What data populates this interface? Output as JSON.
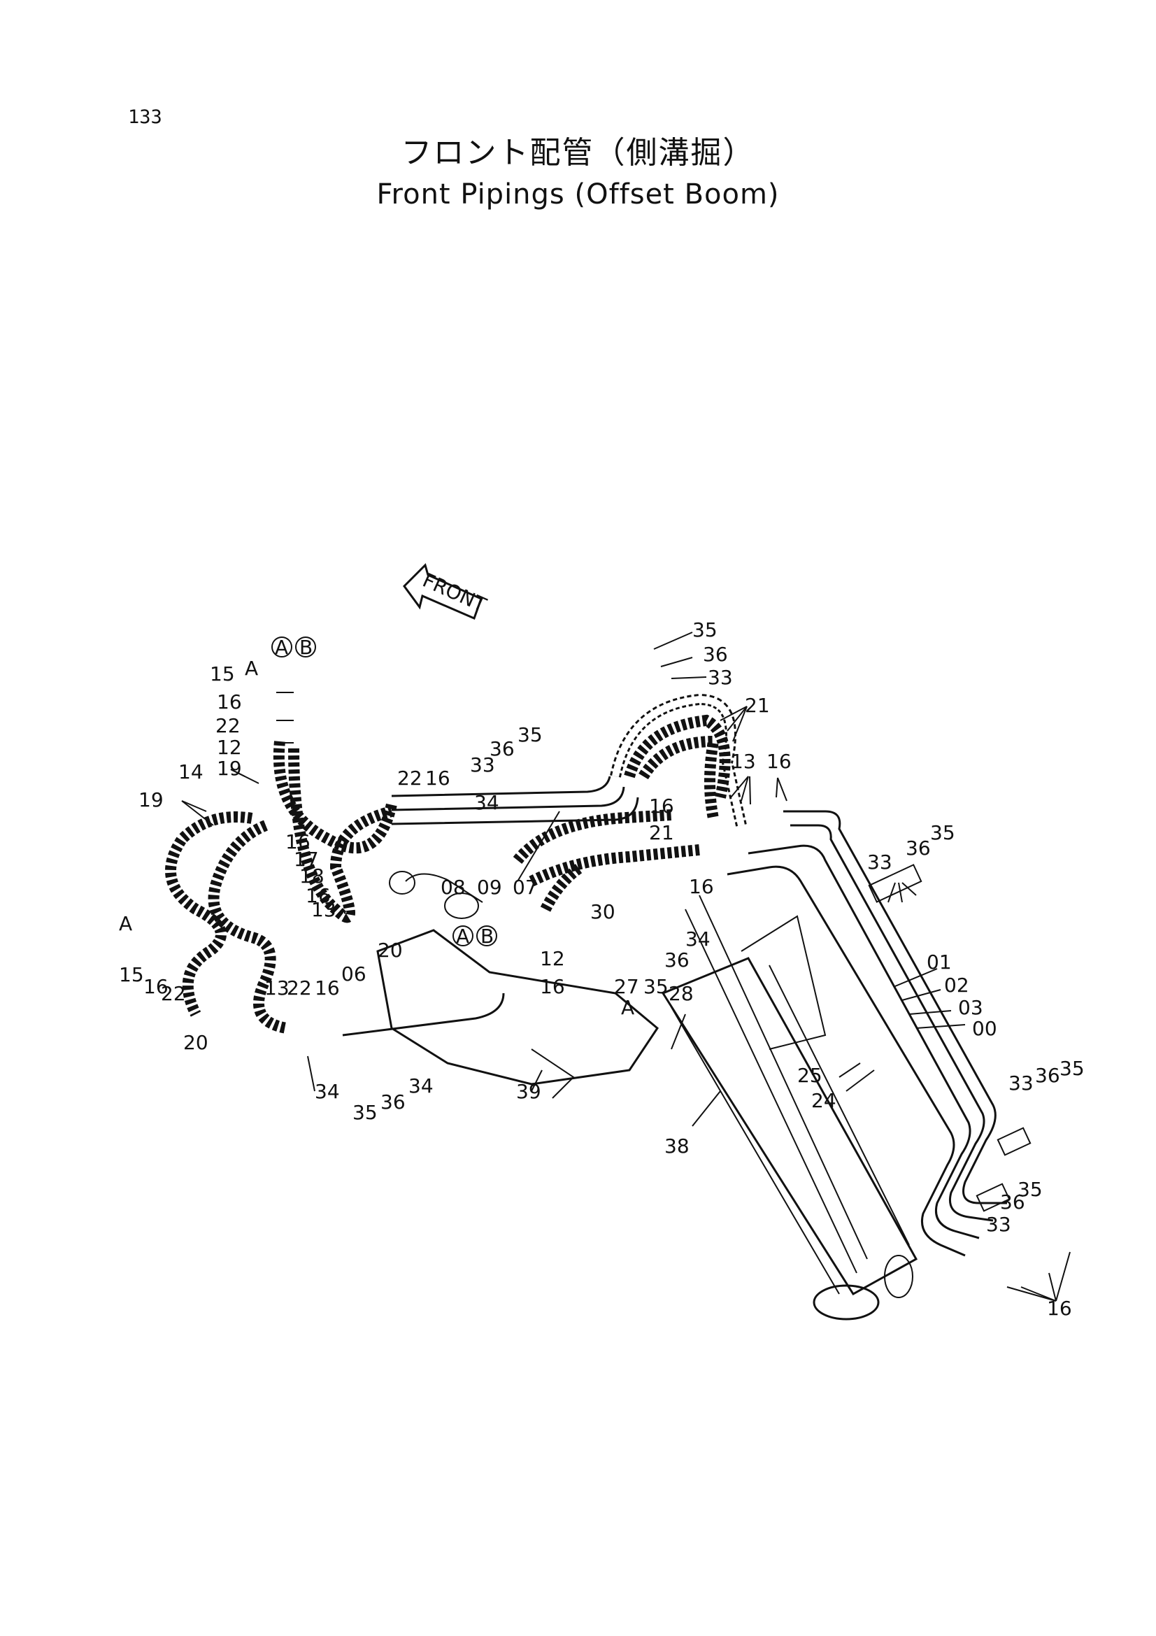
{
  "page_number": "133",
  "title_ja": "フロント配管（側溝掘）",
  "title_en": "Front Pipings (Offset Boom)",
  "front_arrow_label": "FRONT",
  "callouts": [
    {
      "id": "c01",
      "text": "35"
    },
    {
      "id": "c02",
      "text": "36"
    },
    {
      "id": "c03",
      "text": "33"
    },
    {
      "id": "c04",
      "text": "21"
    },
    {
      "id": "c05",
      "text": "13"
    },
    {
      "id": "c06",
      "text": "16"
    },
    {
      "id": "c07",
      "text": "35"
    },
    {
      "id": "c08",
      "text": "36"
    },
    {
      "id": "c09",
      "text": "33"
    },
    {
      "id": "c10",
      "text": "34"
    },
    {
      "id": "c11",
      "text": "22"
    },
    {
      "id": "c12",
      "text": "16"
    },
    {
      "id": "c13",
      "text": "16"
    },
    {
      "id": "c14",
      "text": "21"
    },
    {
      "id": "c15",
      "text": "08"
    },
    {
      "id": "c16",
      "text": "09"
    },
    {
      "id": "c17",
      "text": "07"
    },
    {
      "id": "c18",
      "text": "16"
    },
    {
      "id": "c19",
      "text": "30"
    },
    {
      "id": "c20",
      "text": "34"
    },
    {
      "id": "c21",
      "text": "36"
    },
    {
      "id": "c22",
      "text": "12"
    },
    {
      "id": "c23",
      "text": "16"
    },
    {
      "id": "c24",
      "text": "27"
    },
    {
      "id": "c25",
      "text": "35"
    },
    {
      "id": "c26",
      "text": "28"
    },
    {
      "id": "c27",
      "text": "A"
    },
    {
      "id": "c28",
      "text": "15"
    },
    {
      "id": "c29",
      "text": "A"
    },
    {
      "id": "c30",
      "text": "16"
    },
    {
      "id": "c31",
      "text": "22"
    },
    {
      "id": "c32",
      "text": "12"
    },
    {
      "id": "c33",
      "text": "19"
    },
    {
      "id": "c34",
      "text": "14"
    },
    {
      "id": "c35",
      "text": "19"
    },
    {
      "id": "c36",
      "text": "16"
    },
    {
      "id": "c37",
      "text": "17"
    },
    {
      "id": "c38",
      "text": "18"
    },
    {
      "id": "c39",
      "text": "16"
    },
    {
      "id": "c40",
      "text": "13"
    },
    {
      "id": "c41",
      "text": "20"
    },
    {
      "id": "c42",
      "text": "A"
    },
    {
      "id": "c43",
      "text": "15"
    },
    {
      "id": "c44",
      "text": "16"
    },
    {
      "id": "c45",
      "text": "22"
    },
    {
      "id": "c46",
      "text": "20"
    },
    {
      "id": "c47",
      "text": "13"
    },
    {
      "id": "c48",
      "text": "22"
    },
    {
      "id": "c49",
      "text": "16"
    },
    {
      "id": "c50",
      "text": "06"
    },
    {
      "id": "c51",
      "text": "34"
    },
    {
      "id": "c52",
      "text": "35"
    },
    {
      "id": "c53",
      "text": "36"
    },
    {
      "id": "c54",
      "text": "34"
    },
    {
      "id": "c55",
      "text": "39"
    },
    {
      "id": "c56",
      "text": "38"
    },
    {
      "id": "c57",
      "text": "25"
    },
    {
      "id": "c58",
      "text": "24"
    },
    {
      "id": "c59",
      "text": "01"
    },
    {
      "id": "c60",
      "text": "02"
    },
    {
      "id": "c61",
      "text": "03"
    },
    {
      "id": "c62",
      "text": "00"
    },
    {
      "id": "c63",
      "text": "33"
    },
    {
      "id": "c64",
      "text": "36"
    },
    {
      "id": "c65",
      "text": "35"
    },
    {
      "id": "c66",
      "text": "33"
    },
    {
      "id": "c67",
      "text": "36"
    },
    {
      "id": "c68",
      "text": "35"
    },
    {
      "id": "c69",
      "text": "36"
    },
    {
      "id": "c70",
      "text": "35"
    },
    {
      "id": "c71",
      "text": "33"
    },
    {
      "id": "c72",
      "text": "16"
    }
  ],
  "circle_markers": [
    {
      "id": "m1",
      "text": "A"
    },
    {
      "id": "m2",
      "text": "B"
    },
    {
      "id": "m3",
      "text": "A"
    },
    {
      "id": "m4",
      "text": "B"
    }
  ]
}
